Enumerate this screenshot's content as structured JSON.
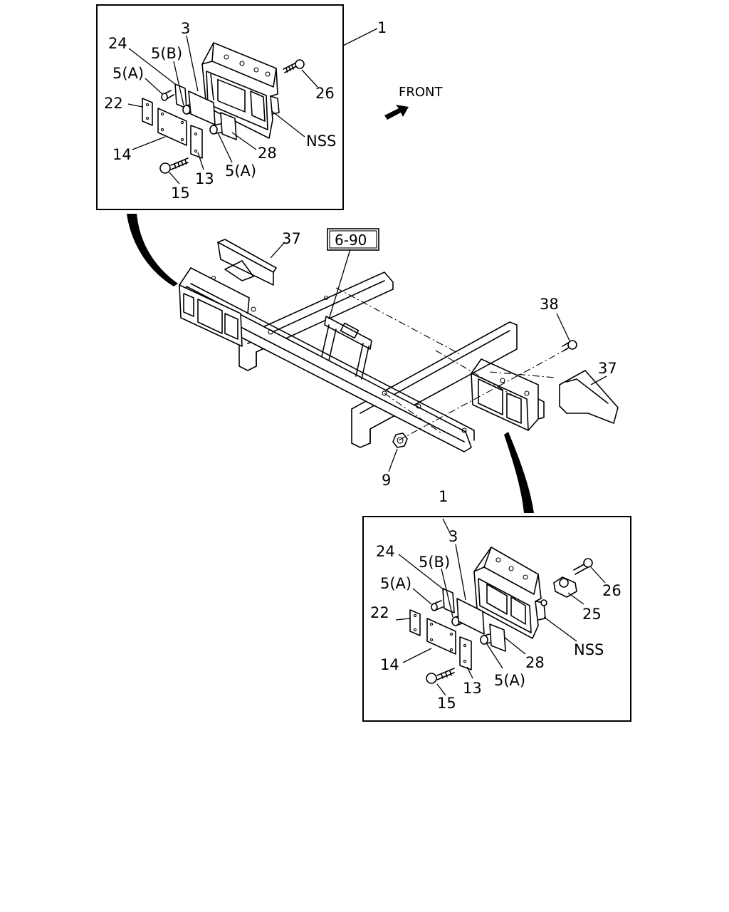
{
  "direction_label": "FRONT",
  "reference_box": "6-90",
  "inset_top": {
    "ref": "1",
    "labels": [
      "24",
      "3",
      "5(B)",
      "5(A)",
      "22",
      "14",
      "15",
      "13",
      "5(A)",
      "28",
      "NSS",
      "26"
    ]
  },
  "inset_bottom": {
    "ref": "1",
    "labels": [
      "3",
      "24",
      "5(B)",
      "5(A)",
      "22",
      "14",
      "15",
      "13",
      "5(A)",
      "28",
      "NSS",
      "25",
      "26"
    ]
  },
  "main_labels": [
    "37",
    "38",
    "37",
    "9"
  ]
}
